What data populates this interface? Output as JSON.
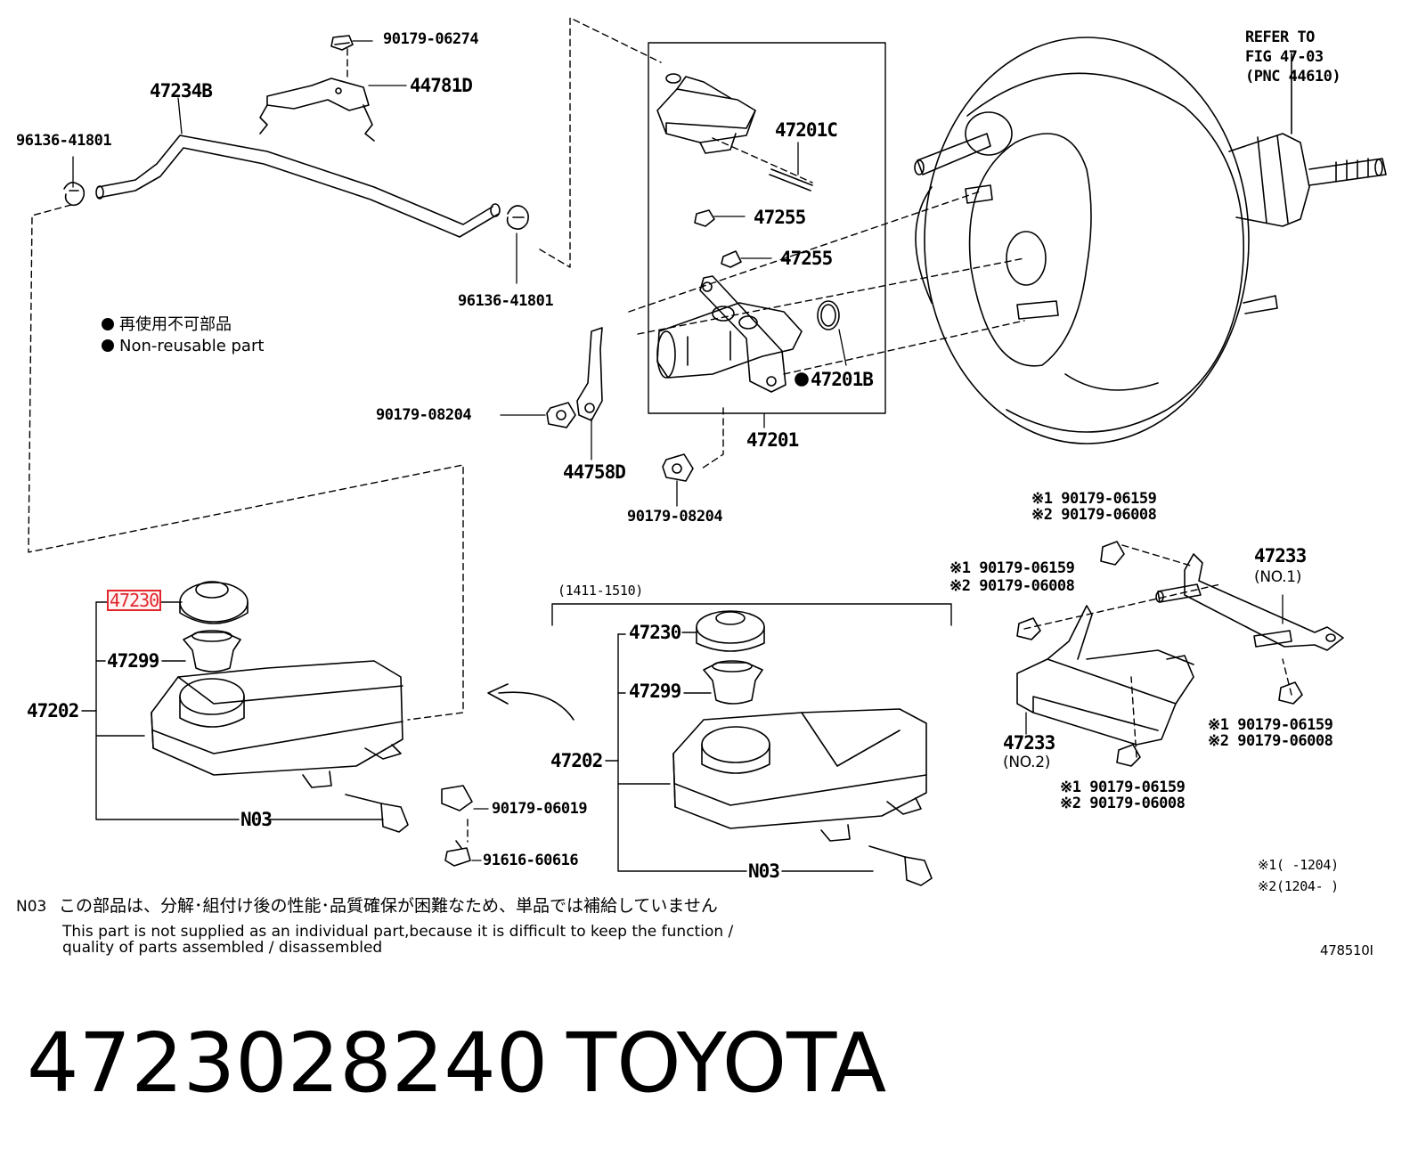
{
  "diagram": {
    "labels": {
      "p90179_06274": "90179-06274",
      "p44781d": "44781D",
      "p47234b": "47234B",
      "p96136_41801_a": "96136-41801",
      "p96136_41801_b": "96136-41801",
      "p47201c": "47201C",
      "p47255_a": "47255",
      "p47255_b": "47255",
      "p47201b": "47201B",
      "p47201": "47201",
      "p90179_08204_a": "90179-08204",
      "p44758d": "44758D",
      "p90179_08204_b": "90179-08204",
      "refer_line1": "REFER TO",
      "refer_line2": "FIG 47-03",
      "refer_line3": "(PNC 44610)",
      "p47230_selected": "47230",
      "p47299_left": "47299",
      "p47202_left": "47202",
      "n03_left": "N03",
      "p90179_06019": "90179-06019",
      "p91616_60616": "91616-60616",
      "range_1411_1510": "(1411-1510)",
      "p47230_right": "47230",
      "p47299_right": "47299",
      "p47202_right": "47202",
      "n03_right": "N03",
      "br_a1": "※1 90179-06159",
      "br_a2": "※2 90179-06008",
      "br_b1": "※1 90179-06159",
      "br_b2": "※2 90179-06008",
      "p47233_no1": "47233",
      "no1": "(NO.1)",
      "p47233_no2": "47233",
      "no2": "(NO.2)",
      "br_c1": "※1 90179-06159",
      "br_c2": "※2 90179-06008",
      "br_d1": "※1 90179-06159",
      "br_d2": "※2 90179-06008",
      "legend1": "※1(      -1204)",
      "legend2": "※2(1204-      )",
      "figure_code": "478510I"
    },
    "nonreusable_jp": "再使用不可部品",
    "nonreusable_en": "Non-reusable part",
    "n03_note_code": "N03",
    "n03_note_jp": "この部品は、分解･組付け後の性能･品質確保が困難なため、単品では補給していません",
    "n03_note_en1": "This part is not supplied as an individual part,because it is difficult to keep the function /",
    "n03_note_en2": "quality of parts assembled / disassembled"
  },
  "footer": {
    "part_number": "4723028240",
    "brand": "TOYOTA"
  },
  "colors": {
    "highlight": "#e2262c",
    "line": "#000000",
    "background": "#ffffff"
  }
}
